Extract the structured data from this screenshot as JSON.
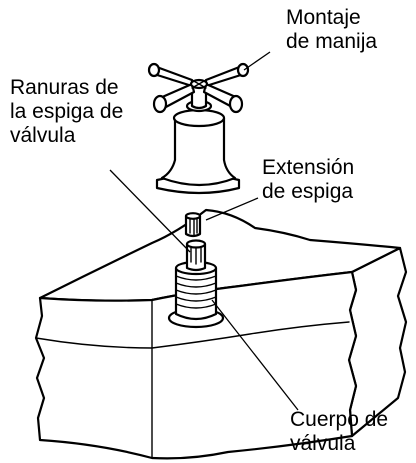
{
  "labels": {
    "handle_assembly": [
      "Montaje",
      "de manija"
    ],
    "stem_grooves": [
      "Ranuras de",
      "la espiga de",
      "válvula"
    ],
    "stem_extension": [
      "Extensión",
      "de espiga"
    ],
    "valve_body": [
      "Cuerpo de",
      "válvula"
    ]
  }
}
